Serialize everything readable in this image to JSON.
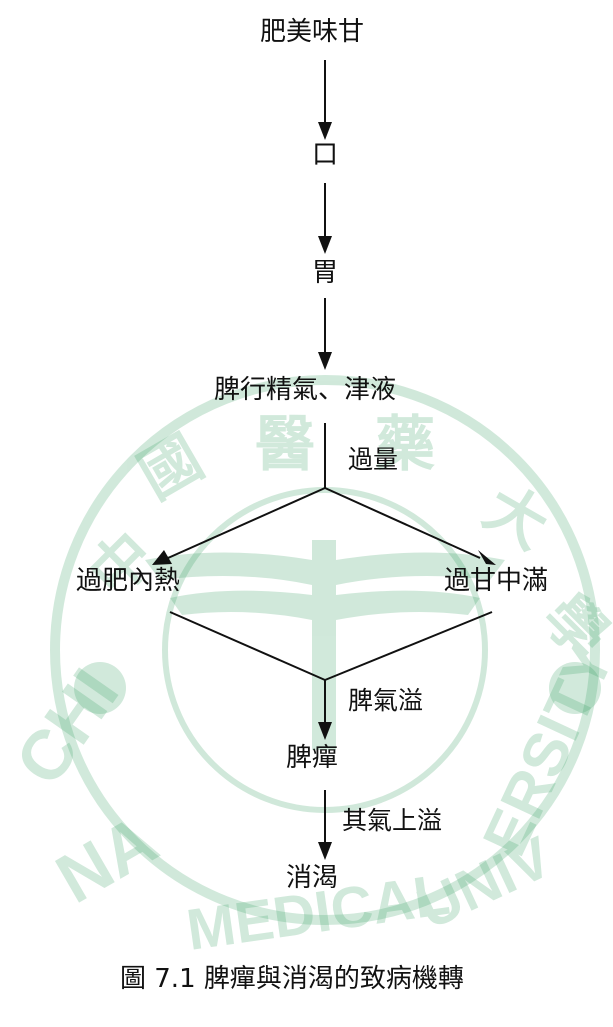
{
  "diagram": {
    "nodes": {
      "food": "肥美味甘",
      "mouth": "口",
      "stomach": "胃",
      "spleen": "脾行精氣、津液",
      "heat": "過肥內熱",
      "fullness": "過甘中滿",
      "spleen_dan": "脾癉",
      "xiaoke": "消渴"
    },
    "edge_labels": {
      "excess": "過量",
      "spleen_qi_overflow": "脾氣溢",
      "qi_rises": "其氣上溢"
    },
    "caption": "圖 7.1  脾癉與消渴的致病機轉"
  },
  "watermark": {
    "text": "CHINA MEDICAL UNIVERSITY",
    "text_zh": "中國醫藥大學",
    "color": "#2e9a5a"
  }
}
